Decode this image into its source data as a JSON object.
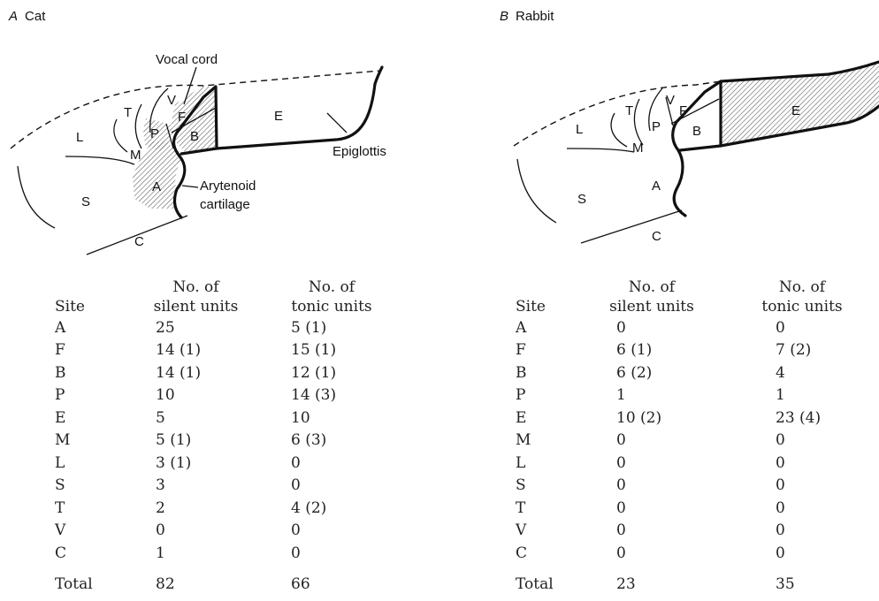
{
  "panel_a": {
    "letter": "A",
    "title": "Cat",
    "labels": {
      "vocal_cord": "Vocal cord",
      "epiglottis": "Epiglottis",
      "arytenoid_1": "Arytenoid",
      "arytenoid_2": "cartilage",
      "V": "V",
      "T": "T",
      "L": "L",
      "M": "M",
      "P": "P",
      "F": "F",
      "B": "B",
      "E": "E",
      "A": "A",
      "S": "S",
      "C": "C"
    },
    "shaded_sites": [
      "A",
      "P",
      "F",
      "B"
    ],
    "table": {
      "col_site": "Site",
      "col_silent_1": "No. of",
      "col_silent_2": "silent units",
      "col_tonic_1": "No. of",
      "col_tonic_2": "tonic units",
      "rows": [
        {
          "site": "A",
          "silent": "25",
          "tonic": "5 (1)"
        },
        {
          "site": "F",
          "silent": "14 (1)",
          "tonic": "15 (1)"
        },
        {
          "site": "B",
          "silent": "14 (1)",
          "tonic": "12 (1)"
        },
        {
          "site": "P",
          "silent": "10",
          "tonic": "14 (3)"
        },
        {
          "site": "E",
          "silent": "5",
          "tonic": "10"
        },
        {
          "site": "M",
          "silent": "5 (1)",
          "tonic": "6 (3)"
        },
        {
          "site": "L",
          "silent": "3 (1)",
          "tonic": "0"
        },
        {
          "site": "S",
          "silent": "3",
          "tonic": "0"
        },
        {
          "site": "T",
          "silent": "2",
          "tonic": "4 (2)"
        },
        {
          "site": "V",
          "silent": "0",
          "tonic": "0"
        },
        {
          "site": "C",
          "silent": "1",
          "tonic": "0"
        }
      ],
      "total": {
        "label": "Total",
        "silent": "82",
        "tonic": "66"
      }
    }
  },
  "panel_b": {
    "letter": "B",
    "title": "Rabbit",
    "labels": {
      "V": "V",
      "T": "T",
      "L": "L",
      "M": "M",
      "P": "P",
      "F": "F",
      "B": "B",
      "E": "E",
      "A": "A",
      "S": "S",
      "C": "C"
    },
    "shaded_sites": [
      "E"
    ],
    "table": {
      "col_site": "Site",
      "col_silent_1": "No. of",
      "col_silent_2": "silent units",
      "col_tonic_1": "No. of",
      "col_tonic_2": "tonic units",
      "rows": [
        {
          "site": "A",
          "silent": "0",
          "tonic": "0"
        },
        {
          "site": "F",
          "silent": "6 (1)",
          "tonic": "7 (2)"
        },
        {
          "site": "B",
          "silent": "6 (2)",
          "tonic": "4"
        },
        {
          "site": "P",
          "silent": "1",
          "tonic": "1"
        },
        {
          "site": "E",
          "silent": "10 (2)",
          "tonic": "23 (4)"
        },
        {
          "site": "M",
          "silent": "0",
          "tonic": "0"
        },
        {
          "site": "L",
          "silent": "0",
          "tonic": "0"
        },
        {
          "site": "S",
          "silent": "0",
          "tonic": "0"
        },
        {
          "site": "T",
          "silent": "0",
          "tonic": "0"
        },
        {
          "site": "V",
          "silent": "0",
          "tonic": "0"
        },
        {
          "site": "C",
          "silent": "0",
          "tonic": "0"
        }
      ],
      "total": {
        "label": "Total",
        "silent": "23",
        "tonic": "35"
      }
    }
  }
}
